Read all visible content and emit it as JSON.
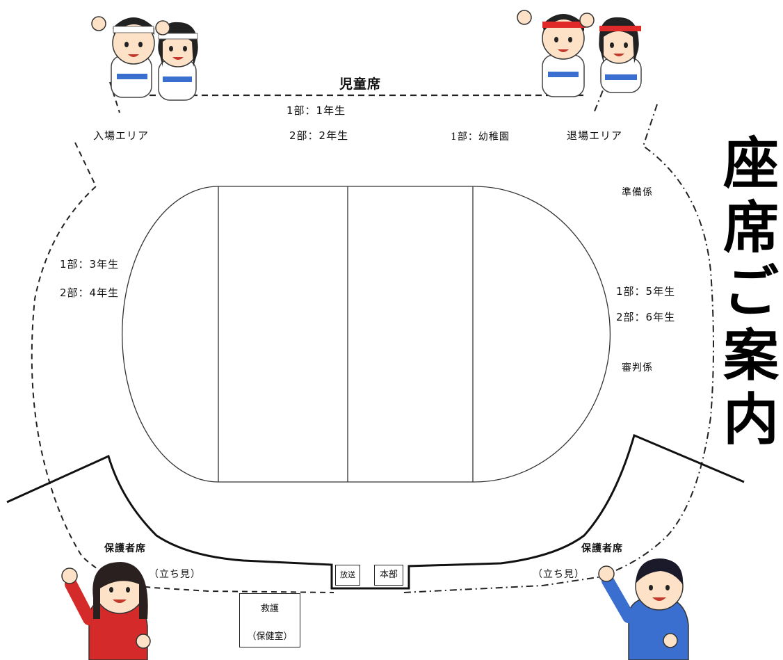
{
  "title_chars": [
    "座",
    "席",
    "ご",
    "案",
    "内"
  ],
  "student_seats": {
    "heading": "児童席",
    "top_part1": "1部：1年生",
    "top_part2": "2部：2年生",
    "kindergarten": "1部：幼稚園",
    "left_part1": "1部：3年生",
    "left_part2": "2部：4年生",
    "right_part1": "1部：5年生",
    "right_part2": "2部：6年生"
  },
  "areas": {
    "entrance": "入場エリア",
    "exit": "退場エリア",
    "preparation_staff": "準備係",
    "referee_staff": "審判係"
  },
  "guardian_seats": {
    "left_heading": "保護者席",
    "left_note": "（立ち見）",
    "right_heading": "保護者席",
    "right_note": "（立ち見）"
  },
  "facilities": {
    "broadcast": "放送",
    "headquarters": "本部",
    "first_aid_line1": "救護",
    "first_aid_line2": "（保健室）"
  },
  "colors": {
    "student_headband": "#ffffff",
    "student_headband_red": "#e02a2a",
    "parent_left_jacket": "#d42a2a",
    "parent_right_jacket": "#3a6fd0"
  }
}
